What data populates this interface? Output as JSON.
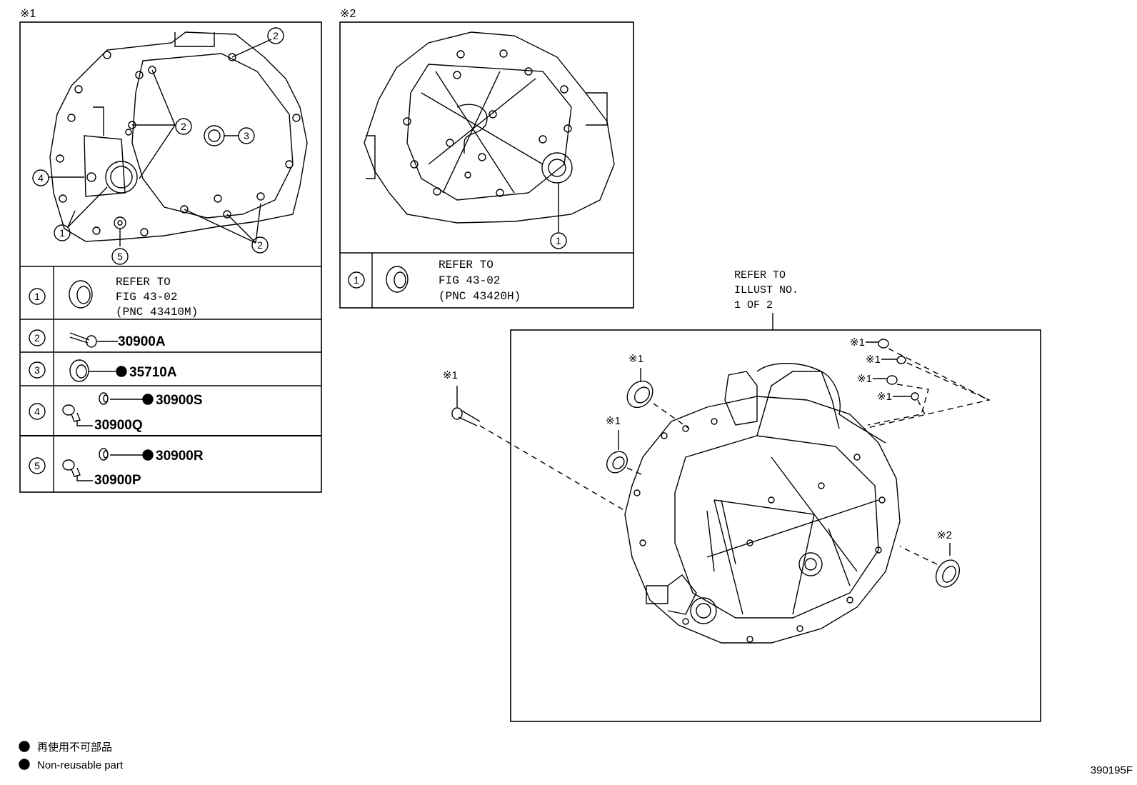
{
  "panel1": {
    "marker": "※1",
    "rows": [
      {
        "num": "1",
        "refer": [
          "REFER TO",
          "FIG 43-02",
          "(PNC 43410M)"
        ]
      },
      {
        "num": "2",
        "code": "30900A"
      },
      {
        "num": "3",
        "code": "35710A"
      },
      {
        "num": "4",
        "code_seal": "30900S",
        "code_plug": "30900Q"
      },
      {
        "num": "5",
        "code_seal": "30900R",
        "code_plug": "30900P"
      }
    ],
    "callouts": {
      "c1": "1",
      "c2": "2",
      "c3": "3",
      "c4": "4",
      "c5": "5"
    }
  },
  "panel2": {
    "marker": "※2",
    "rows": [
      {
        "num": "1",
        "refer": [
          "REFER TO",
          "FIG 43-02",
          "(PNC 43420H)"
        ]
      }
    ],
    "callouts": {
      "c1": "1"
    }
  },
  "main": {
    "refer": [
      "REFER TO",
      "ILLUST NO.",
      "1 OF 2"
    ],
    "markers": {
      "bolt": "※1",
      "seal_upper": "※1",
      "seal_lower": "※1",
      "nut1": "※1",
      "nut2": "※1",
      "nut3": "※1",
      "nut4": "※1",
      "seal_right": "※2"
    }
  },
  "legend": {
    "line_jp": "再使用不可部品",
    "line_en": "Non-reusable part"
  },
  "figure_id": "390195F"
}
